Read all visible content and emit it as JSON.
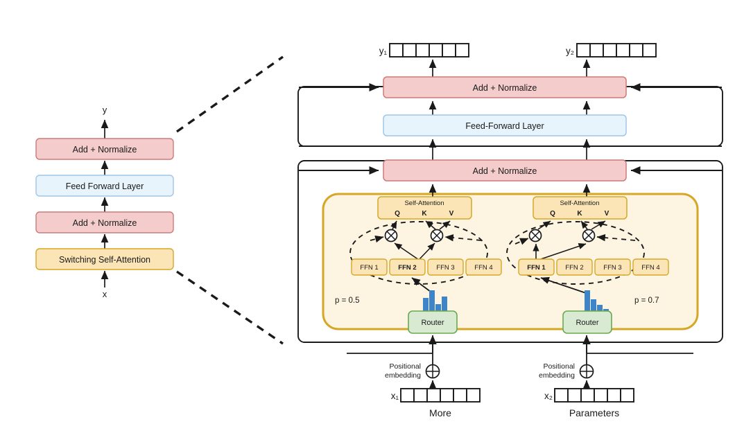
{
  "figure": {
    "type": "diagram",
    "subject": "Switch Transformer encoder block with Mixture-of-Experts routing"
  },
  "colors": {
    "pink_fill": "#f4cccc",
    "pink_stroke": "#cc7a7a",
    "blue_fill": "#e8f4fc",
    "blue_stroke": "#9fc5e8",
    "yellow_fill": "#fbe5b6",
    "yellow_stroke": "#d6a726",
    "cream_fill": "#fdf5e2",
    "green_fill": "#d9ead3",
    "green_stroke": "#6aa84f",
    "bar_blue": "#3d85c8",
    "line": "#1a1a1a",
    "text": "#1a1a1a"
  },
  "left_panel": {
    "name": "simplified-encoder-block",
    "output_label": "y",
    "input_label": "x",
    "blocks": [
      {
        "id": "add-norm-top",
        "label": "Add + Normalize",
        "style": "pink"
      },
      {
        "id": "feed-forward",
        "label": "Feed Forward Layer",
        "style": "blue"
      },
      {
        "id": "add-norm-bottom",
        "label": "Add + Normalize",
        "style": "pink"
      },
      {
        "id": "switching-self-attention",
        "label": "Switching Self-Attention",
        "style": "yellow"
      }
    ]
  },
  "right_panel": {
    "name": "expanded-encoder-block",
    "outputs": [
      {
        "id": "y1",
        "label": "y₁",
        "cells": 6
      },
      {
        "id": "y2",
        "label": "y₂",
        "cells": 6
      }
    ],
    "inputs": [
      {
        "id": "x1",
        "label": "x₁",
        "cells": 6,
        "token": "More"
      },
      {
        "id": "x2",
        "label": "x₂",
        "cells": 6,
        "token": "Parameters"
      }
    ],
    "positional_embedding_label": [
      "Positional",
      "embedding"
    ],
    "positional_embedding_symbol": "⊕",
    "add_norm_top_label": "Add + Normalize",
    "feed_forward_label": "Feed-Forward Layer",
    "add_norm_bottom_label": "Add + Normalize",
    "columns": [
      {
        "id": "col-1",
        "self_attention": {
          "title": "Self-Attention",
          "qkv": [
            "Q",
            "K",
            "V"
          ]
        },
        "experts": [
          {
            "label": "FFN 1",
            "selected": false
          },
          {
            "label": "FFN 2",
            "selected": true
          },
          {
            "label": "FFN 3",
            "selected": false
          },
          {
            "label": "FFN 4",
            "selected": false
          }
        ],
        "router_label": "Router",
        "probability_label": "p = 0.5",
        "router_histogram": [
          0.55,
          1.0,
          0.3,
          0.62
        ],
        "mul_symbol": "⊗"
      },
      {
        "id": "col-2",
        "self_attention": {
          "title": "Self-Attention",
          "qkv": [
            "Q",
            "K",
            "V"
          ]
        },
        "experts": [
          {
            "label": "FFN 1",
            "selected": true
          },
          {
            "label": "FFN 2",
            "selected": false
          },
          {
            "label": "FFN 3",
            "selected": false
          },
          {
            "label": "FFN 4",
            "selected": false
          }
        ],
        "router_label": "Router",
        "probability_label": "p = 0.7",
        "router_histogram": [
          1.0,
          0.55,
          0.3,
          0.1
        ],
        "mul_symbol": "⊗"
      }
    ]
  }
}
